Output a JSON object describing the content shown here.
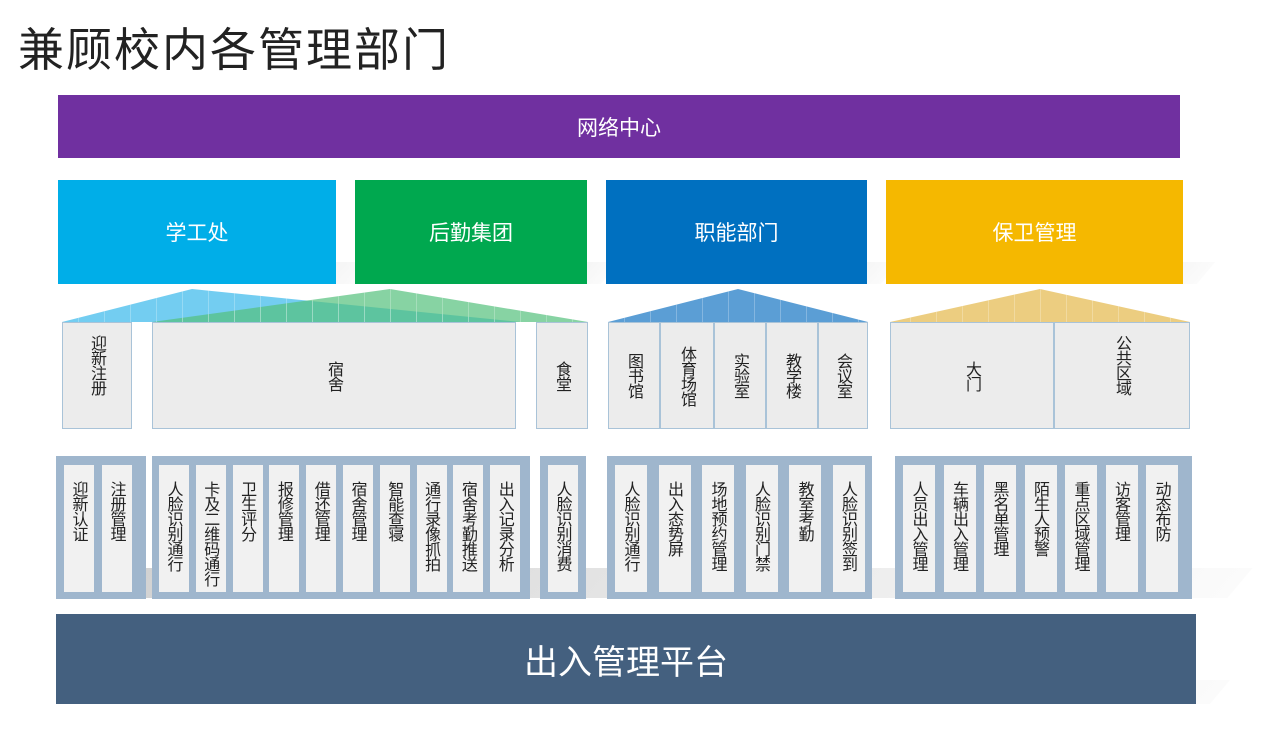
{
  "title": "兼顾校内各管理部门",
  "network_center": "网络中心",
  "platform": "出入管理平台",
  "colors": {
    "network": "#7030a0",
    "xuegong": "#00aee8",
    "houqin": "#00a84f",
    "zhineng": "#0070c0",
    "baowei": "#f5b800",
    "platform": "#44607f"
  },
  "departments": {
    "xuegong": "学工处",
    "houqin": "后勤集团",
    "zhineng": "职能部门",
    "baowei": "保卫管理"
  },
  "locations": {
    "yingxin": "迎新注册",
    "sushe": "宿舍",
    "shitang": "食堂",
    "tushuguan": "图书馆",
    "tiyuchangguan": "体育场馆",
    "shiyanshi": "实验室",
    "jiaoxuelou": "教学楼",
    "huiyishi": "会议室",
    "damen": "大门",
    "gonggongquyu": "公共区域"
  },
  "functions": {
    "g1": [
      "迎新认证",
      "注册管理"
    ],
    "g2": [
      "人脸识别通行",
      "卡及二维码通行",
      "卫生评分",
      "报修管理",
      "借还管理",
      "宿舍管理",
      "智能查寝",
      "通行录像抓拍",
      "宿舍考勤推送",
      "出入记录分析"
    ],
    "g3": [
      "人脸识别消费"
    ],
    "g4": [
      "人脸识别通行",
      "出入态势屏",
      "场地预约管理",
      "人脸识别门禁",
      "教室考勤",
      "人脸识别签到"
    ],
    "g5": [
      "人员出入管理",
      "车辆出入管理",
      "黑名单管理",
      "陌生人预警",
      "重点区域管理",
      "访客管理",
      "动态布防"
    ]
  }
}
